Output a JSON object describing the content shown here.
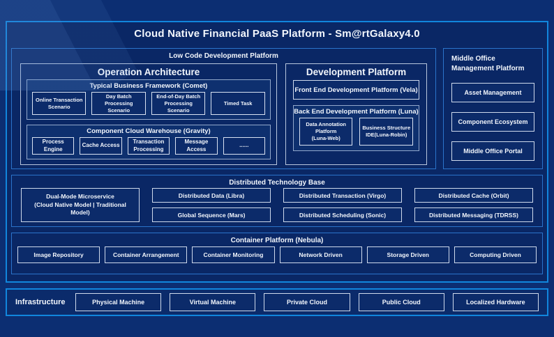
{
  "title": "Cloud Native Financial PaaS Platform - Sm@rtGalaxy4.0",
  "colors": {
    "background": "#0c2e72",
    "outer_border": "#1186dd",
    "panel_border": "#2b74cb",
    "box_border": "#d9e2f2",
    "text": "#ffffff"
  },
  "low_code": {
    "label": "Low Code Development Platform",
    "operation": {
      "title": "Operation Architecture",
      "comet": {
        "title": "Typical Business Framework (Comet)",
        "items": [
          "Online Transaction Scenario",
          "Day Batch Processing Scenario",
          "End-of-Day Batch Processing Scenario",
          "Timed Task"
        ]
      },
      "gravity": {
        "title": "Component Cloud Warehouse (Gravity)",
        "items": [
          "Process Engine",
          "Cache Access",
          "Transaction Processing",
          "Message Access",
          "......"
        ]
      }
    },
    "development": {
      "title": "Development Platform",
      "front_end": "Front End Development Platform (Vela)",
      "back_end": {
        "title": "Back End Development Platform (Luna)",
        "items": [
          "Data Annotation Platform\n(Luna-Web)",
          "Business Structure\nIDE(Luna-Robin)"
        ]
      }
    }
  },
  "middle_office": {
    "label": "Middle Office Management Platform",
    "items": [
      "Asset Management",
      "Component Ecosystem",
      "Middle Office Portal"
    ]
  },
  "distributed": {
    "label": "Distributed Technology Base",
    "dual_mode": "Dual-Mode Microservice\n(Cloud Native Model | Traditional Model)",
    "columns": [
      [
        "Distributed Data (Libra)",
        "Global Sequence (Mars)"
      ],
      [
        "Distributed Transaction (Virgo)",
        "Distributed Scheduling (Sonic)"
      ],
      [
        "Distributed Cache (Orbit)",
        "Distributed Messaging (TDRSS)"
      ]
    ]
  },
  "container_platform": {
    "label": "Container Platform (Nebula)",
    "items": [
      "Image Repository",
      "Container Arrangement",
      "Container Monitoring",
      "Network Driven",
      "Storage Driven",
      "Computing Driven"
    ]
  },
  "infrastructure": {
    "label": "Infrastructure",
    "items": [
      "Physical Machine",
      "Virtual Machine",
      "Private Cloud",
      "Public Cloud",
      "Localized Hardware"
    ]
  }
}
